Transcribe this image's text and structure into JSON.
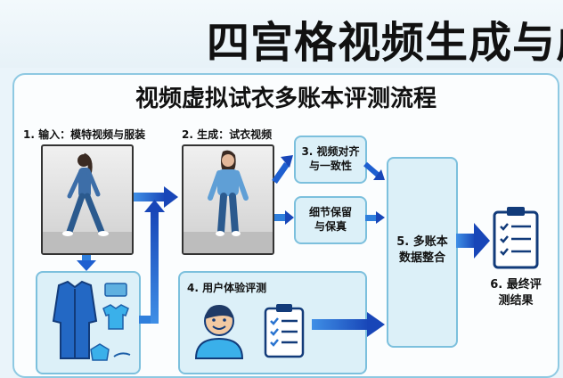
{
  "banner": {
    "title": "四宫格视频生成与虚"
  },
  "main_title": "视频虚拟试衣多账本评测流程",
  "steps": {
    "input": "1. 输入：模特视频与服装",
    "generate": "2. 生成：试衣视频",
    "align_line1": "3. 视频对齐",
    "align_line2": "与一致性",
    "detail_line1": "细节保留",
    "detail_line2": "与保真",
    "user_eval": "4. 用户体验评测",
    "integrate_line1": "5. 多账本",
    "integrate_line2": "数据整合",
    "final_line1": "6. 最终评",
    "final_line2": "测结果"
  },
  "icons": [
    "walking-model-photo",
    "tryon-model-photo",
    "clothing-items-icon",
    "user-avatar-icon",
    "checklist-icon",
    "clipboard-result-icon"
  ],
  "colors": {
    "arrow": "#1e5fd0",
    "box_fill": "#dcf0f8",
    "box_border": "#7cc0dd",
    "panel_border": "#8ec9e2"
  }
}
